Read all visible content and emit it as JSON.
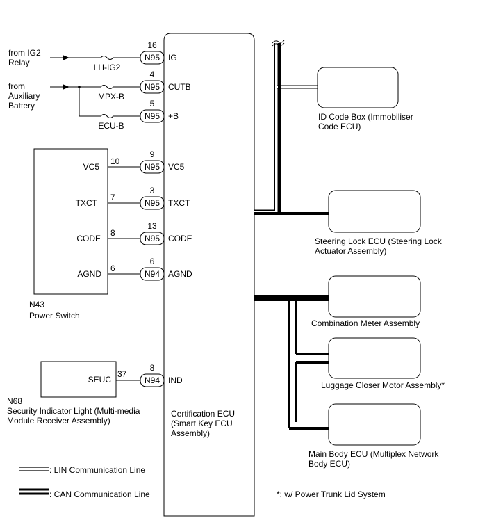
{
  "inputs": {
    "ig2_relay": [
      "from IG2",
      "Relay"
    ],
    "aux_battery": [
      "from",
      "Auxiliary",
      "Battery"
    ]
  },
  "fuses": {
    "lh_ig2": "LH-IG2",
    "mpx_b": "MPX-B",
    "ecu_b": "ECU-B"
  },
  "ecu_pins": [
    {
      "pin": "16",
      "conn": "N95",
      "name": "IG"
    },
    {
      "pin": "4",
      "conn": "N95",
      "name": "CUTB"
    },
    {
      "pin": "5",
      "conn": "N95",
      "name": "+B"
    },
    {
      "pin": "9",
      "conn": "N95",
      "name": "VC5"
    },
    {
      "pin": "3",
      "conn": "N95",
      "name": "TXCT"
    },
    {
      "pin": "13",
      "conn": "N95",
      "name": "CODE"
    },
    {
      "pin": "6",
      "conn": "N94",
      "name": "AGND"
    },
    {
      "pin": "8",
      "conn": "N94",
      "name": "IND"
    }
  ],
  "power_switch": {
    "code": "N43",
    "label": "Power Switch",
    "pins": [
      {
        "name": "VC5",
        "num": "10"
      },
      {
        "name": "TXCT",
        "num": "7"
      },
      {
        "name": "CODE",
        "num": "8"
      },
      {
        "name": "AGND",
        "num": "6"
      }
    ]
  },
  "indicator": {
    "code": "N68",
    "label": [
      "Security Indicator Light (Multi-media",
      "Module Receiver Assembly)"
    ],
    "pin_name": "SEUC",
    "pin_num": "37"
  },
  "ecu_label": [
    "Certification ECU",
    "(Smart Key ECU",
    "Assembly)"
  ],
  "modules": [
    {
      "label": [
        "ID Code Box (Immobiliser",
        "Code ECU)"
      ]
    },
    {
      "label": [
        "Steering Lock ECU (Steering Lock",
        "Actuator Assembly)"
      ]
    },
    {
      "label": [
        "Combination Meter Assembly"
      ]
    },
    {
      "label": [
        "Luggage Closer Motor Assembly*"
      ]
    },
    {
      "label": [
        "Main Body ECU (Multiplex Network",
        "Body ECU)"
      ]
    }
  ],
  "legend": {
    "lin": ": LIN Communication Line",
    "can": ": CAN Communication Line",
    "note": "*: w/ Power Trunk Lid System"
  }
}
